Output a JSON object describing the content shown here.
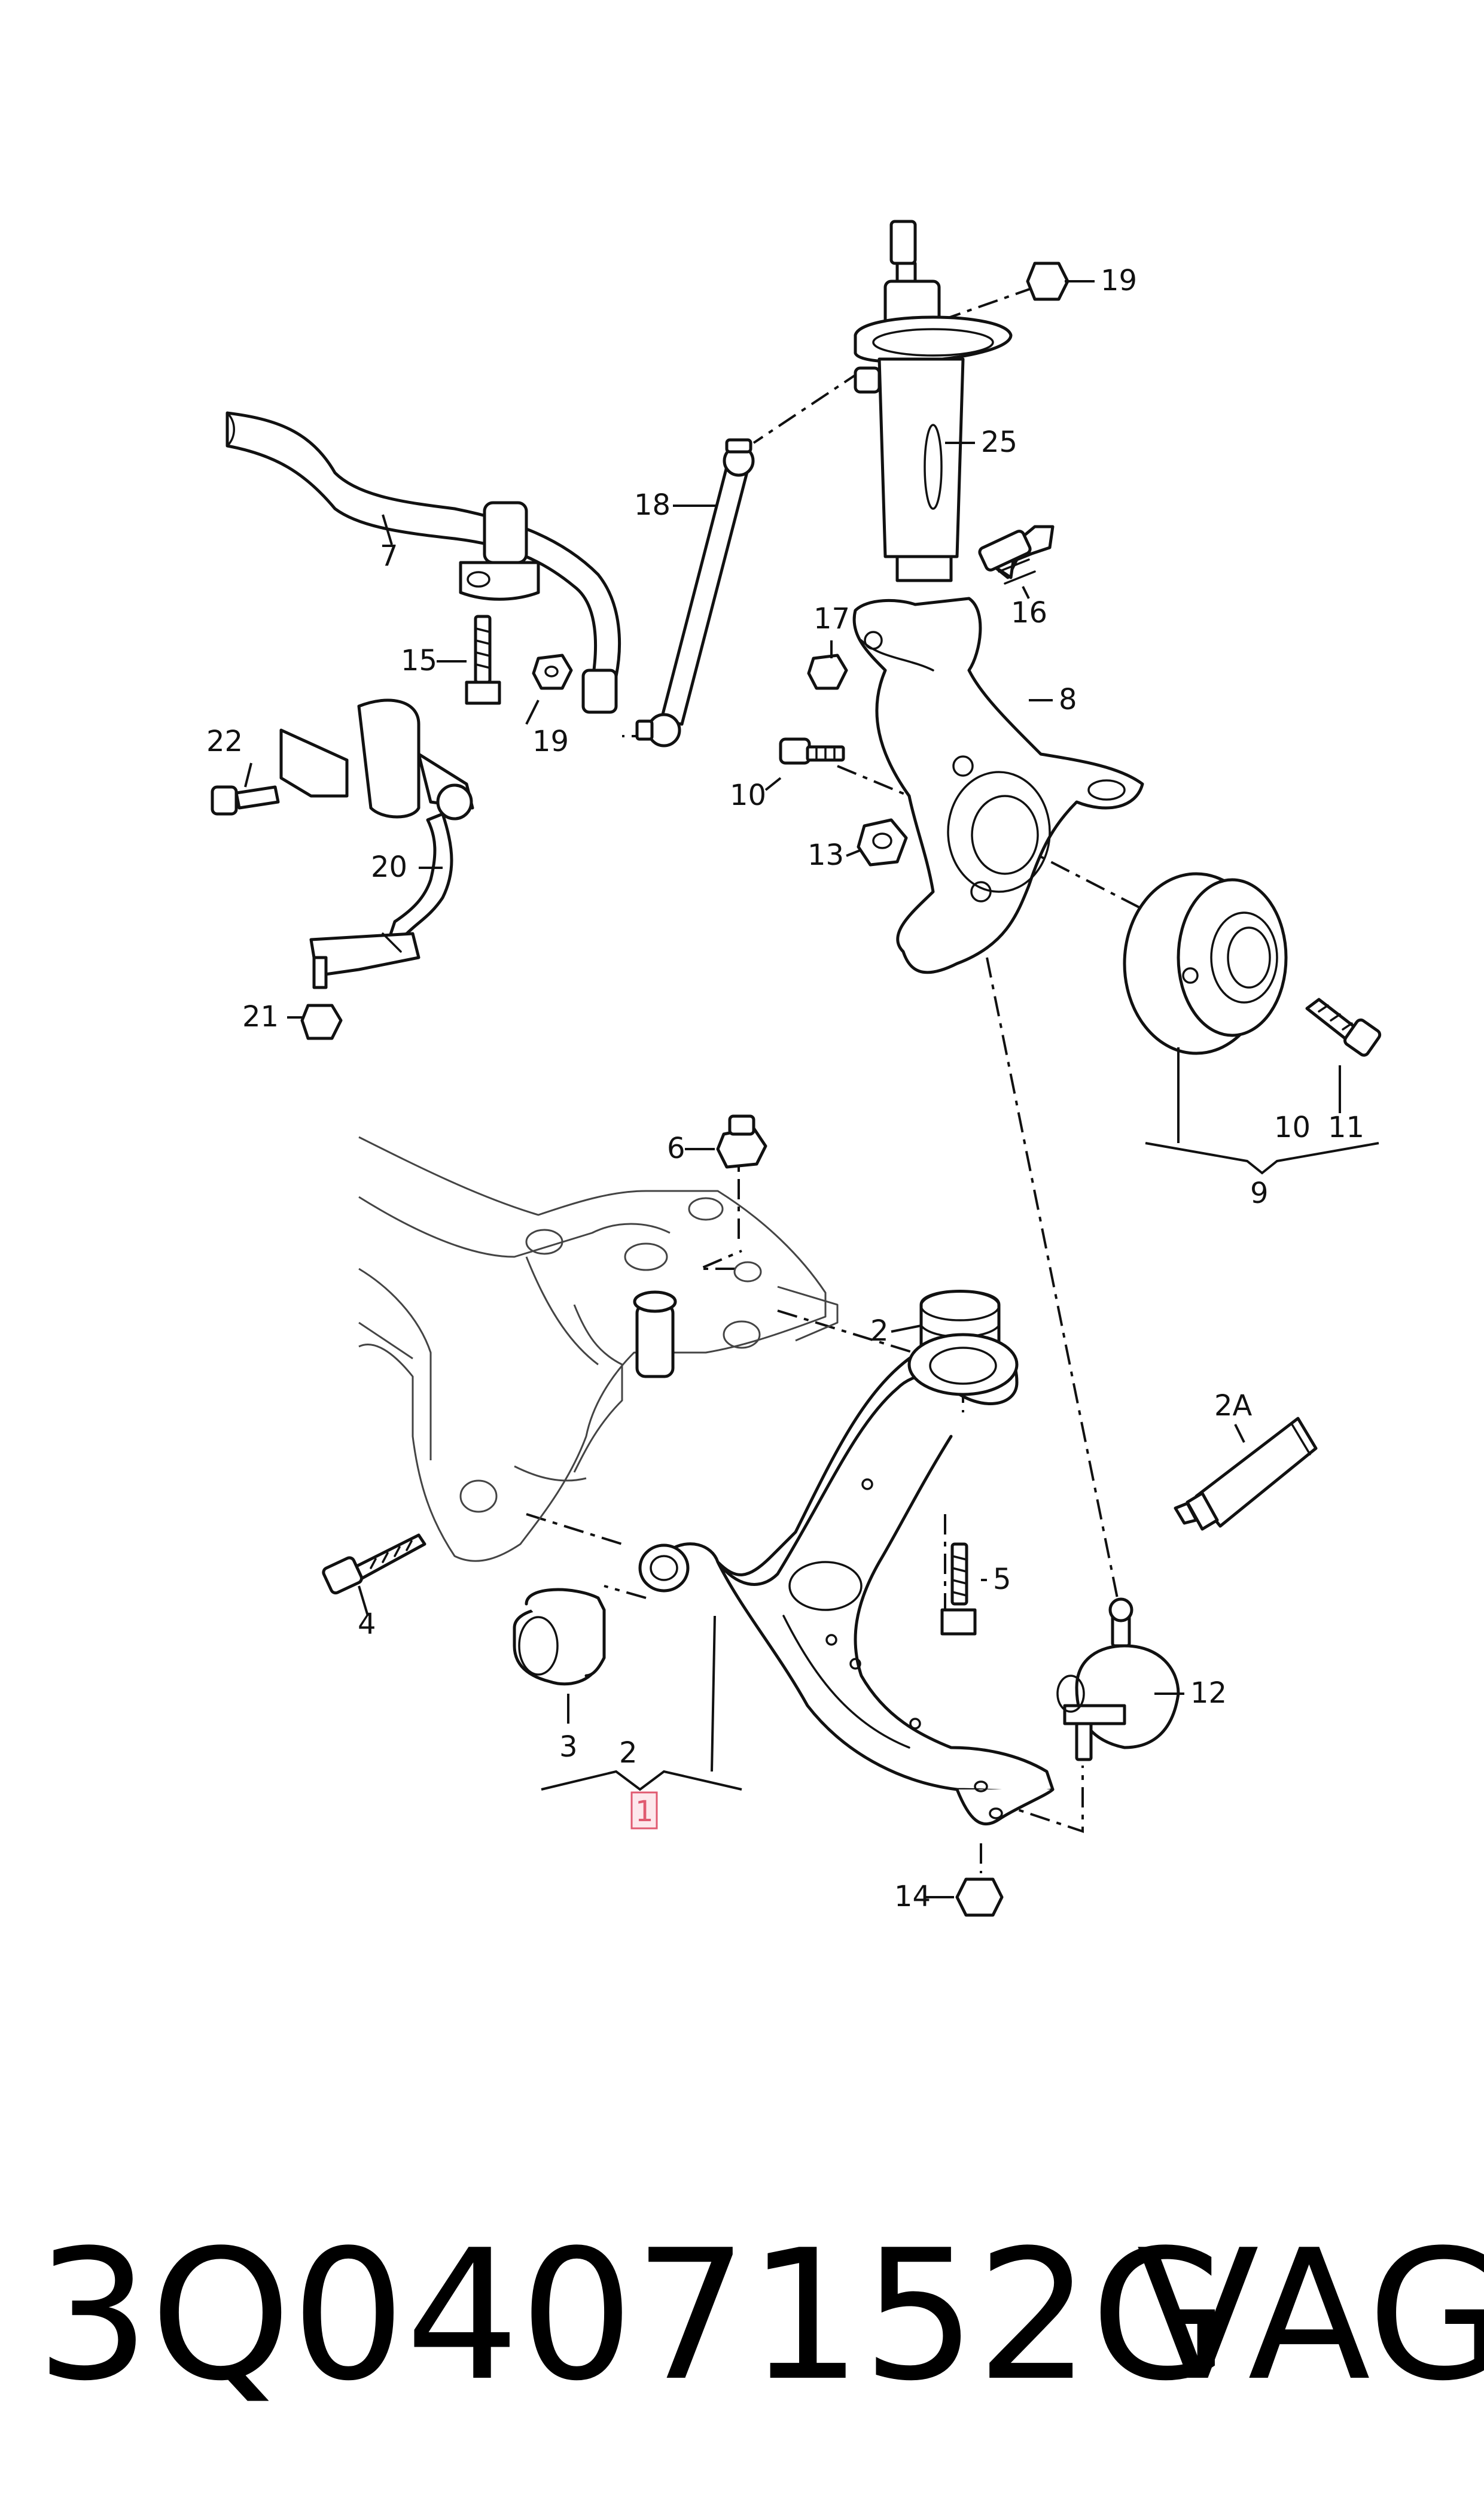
{
  "labels": {
    "c1": "1",
    "c2a": "2",
    "c2b": "2",
    "c2A": "2A",
    "c3": "3",
    "c4": "4",
    "c5": "5",
    "c6": "6",
    "c7": "7",
    "c8": "8",
    "c9": "9",
    "c10a": "10",
    "c10b": "10",
    "c11": "11",
    "c12": "12",
    "c13": "13",
    "c14": "14",
    "c15": "15",
    "c16": "16",
    "c17": "17",
    "c18": "18",
    "c19a": "19",
    "c19b": "19",
    "c20": "20",
    "c21": "21",
    "c22": "22",
    "c25": "25"
  },
  "highlight_color": "#e05a70",
  "footer": {
    "part_number": "3Q0407152G",
    "brand": "VAG"
  }
}
